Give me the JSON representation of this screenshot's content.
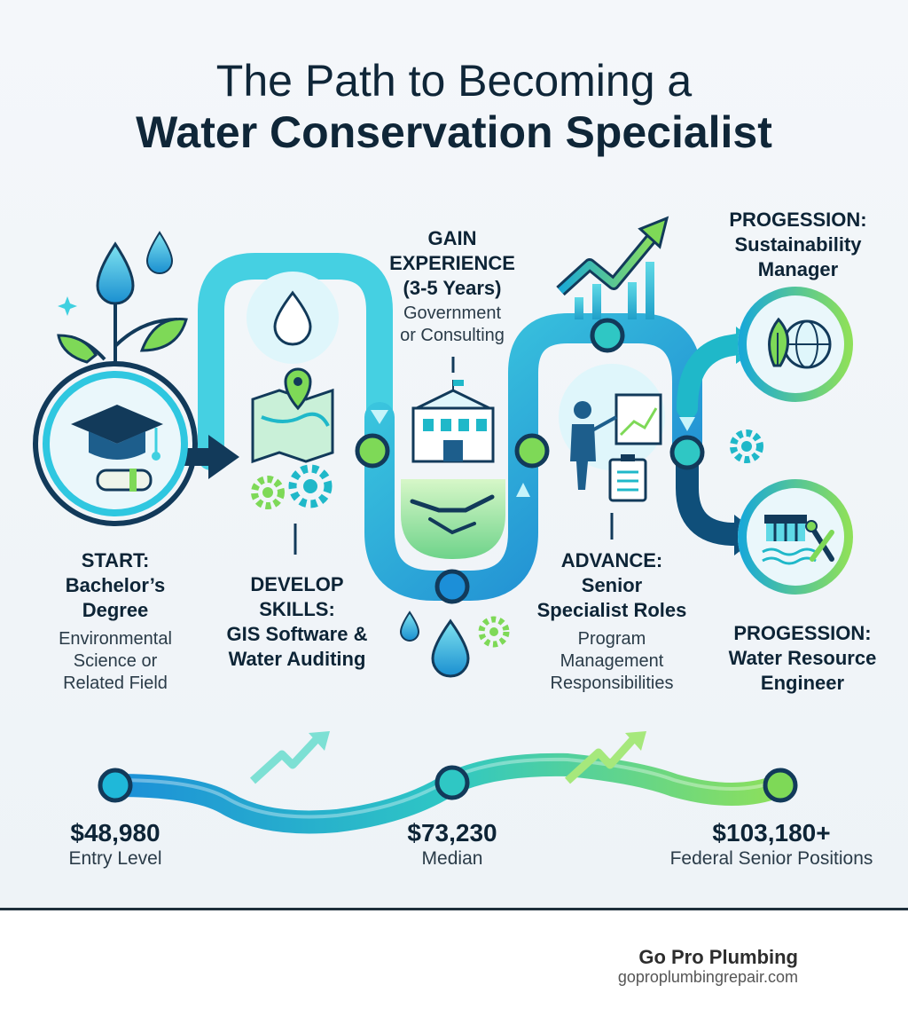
{
  "title": {
    "line1": "The Path to Becoming a",
    "line2": "Water Conservation Specialist"
  },
  "stages": {
    "start": {
      "heading": [
        "START:",
        "Bachelor’s",
        "Degree"
      ],
      "detail": [
        "Environmental",
        "Science or",
        "Related Field"
      ]
    },
    "develop": {
      "heading": [
        "DEVELOP",
        "SKILLS:"
      ],
      "detail": [
        "GIS Software &",
        "Water Auditing"
      ]
    },
    "experience": {
      "heading": [
        "GAIN",
        "EXPERIENCE",
        "(3-5 Years)"
      ],
      "detail": [
        "Government",
        "or Consulting"
      ]
    },
    "advance": {
      "heading": [
        "ADVANCE:",
        "Senior",
        "Specialist Roles"
      ],
      "detail": [
        "Program",
        "Management",
        "Responsibilities"
      ]
    },
    "progression_sustainability": {
      "heading": [
        "PROGESSION:",
        "Sustainability",
        "Manager"
      ]
    },
    "progression_engineer": {
      "heading": [
        "PROGESSION:",
        "Water Resource",
        "Engineer"
      ]
    }
  },
  "salary": [
    {
      "amount": "$48,980",
      "label": "Entry Level"
    },
    {
      "amount": "$73,230",
      "label": "Median"
    },
    {
      "amount": "$103,180+",
      "label": "Federal Senior Positions"
    }
  ],
  "footer": {
    "brand": "Go Pro Plumbing",
    "url": "goproplumbingrepair.com"
  },
  "colors": {
    "navy": "#0f3a5c",
    "teal": "#1fb8c9",
    "blue": "#1c8fd8",
    "green": "#7ed957",
    "background": "#f1f5f8"
  },
  "icons": [
    "water-drop-icon",
    "leaf-icon",
    "graduation-cap-icon",
    "diploma-icon",
    "map-pin-icon",
    "gear-icon",
    "building-icon",
    "handshake-icon",
    "rising-chart-icon",
    "presenter-icon",
    "clipboard-icon",
    "globe-leaf-icon",
    "dam-icon",
    "wrench-icon",
    "rising-arrow-icon"
  ]
}
